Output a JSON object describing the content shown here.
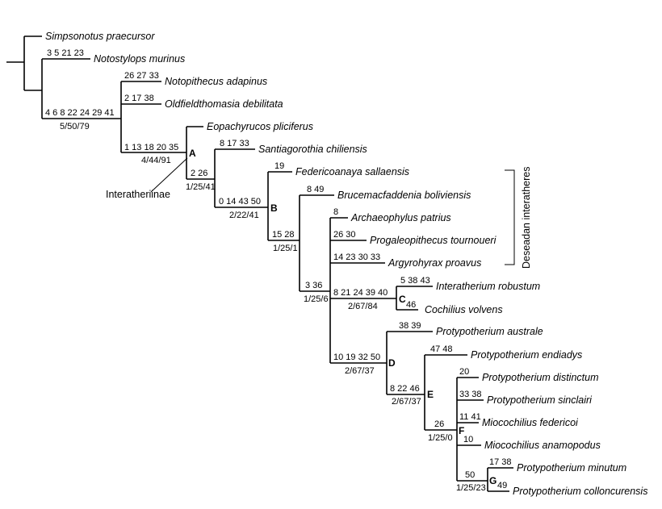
{
  "taxa": {
    "simpsonotus": "Simpsonotus praecursor",
    "notostylops": "Notostylops murinus",
    "notopithecus": "Notopithecus adapinus",
    "oldfieldthomasia": "Oldfieldthomasia debilitata",
    "eopachyrucos": "Eopachyrucos pliciferus",
    "santiagorothia": "Santiagorothia chiliensis",
    "federicoanaya": "Federicoanaya sallaensis",
    "brucemacfaddenia": "Brucemacfaddenia boliviensis",
    "archaeophylus": "Archaeophylus patrius",
    "progaleopithecus": "Progaleopithecus tournoueri",
    "argyrohyrax": "Argyrohyrax proavus",
    "interatherium": "Interatherium robustum",
    "cochilius": "Cochilius volvens",
    "protypotherium_australe": "Protypotherium australe",
    "protypotherium_endiadys": "Protypotherium endiadys",
    "protypotherium_distinctum": "Protypotherium distinctum",
    "protypotherium_sinclairi": "Protypotherium sinclairi",
    "miocochilius_federicoi": "Miocochilius federicoi",
    "miocochilius_anamopodus": "Miocochilius anamopodus",
    "protypotherium_minutum": "Protypotherium minutum",
    "protypotherium_colloncurensis": "Protypotherium colloncurensis"
  },
  "characters": {
    "notostylops": "3 5 21 23",
    "notopithecus": "26 27 33",
    "oldfieldthomasia": "2 17 38",
    "node_main": "4 6 8 22 24 29 41",
    "node_A": "1 13 18 20 35",
    "santiagorothia": "8 17 33",
    "node_A_inner": "2 26",
    "federicoanaya": "19",
    "brucemacfaddenia": "8 49",
    "node_B": "0 14 43 50",
    "archaeophylus": "8",
    "progaleopithecus": "26 30",
    "argyrohyrax": "14 23 30 33",
    "node_deseadan": "15 28",
    "interatherium": "5 38 43",
    "cochilius": "46",
    "node_C": "8 21 24 39 40",
    "node_post": "3 36",
    "protypotherium_australe": "38 39",
    "node_D": "10 19 32 50",
    "protypotherium_endiadys": "47 48",
    "node_E": "8 22 46",
    "protypotherium_distinctum": "20",
    "protypotherium_sinclairi": "33 38",
    "miocochilius_federicoi": "11 41",
    "node_F": "26",
    "miocochilius_anamopodus": "10",
    "protypotherium_minutum": "17 38",
    "protypotherium_colloncurensis": "49",
    "node_G": "50"
  },
  "support": {
    "node_main": "5/50/79",
    "node_A": "4/44/91",
    "node_A_inner": "1/25/41",
    "node_B": "2/22/41",
    "node_deseadan": "1/25/1",
    "node_post": "1/25/6",
    "node_C": "2/67/84",
    "node_D": "2/67/37",
    "node_E": "2/67/37",
    "node_F": "1/25/0",
    "node_G": "1/25/23"
  },
  "clades": {
    "A": "A",
    "B": "B",
    "C": "C",
    "D": "D",
    "E": "E",
    "F": "F",
    "G": "G"
  },
  "annotations": {
    "interatheriinae": "Interatheriinae",
    "deseadan": "Deseadan interatheres"
  }
}
